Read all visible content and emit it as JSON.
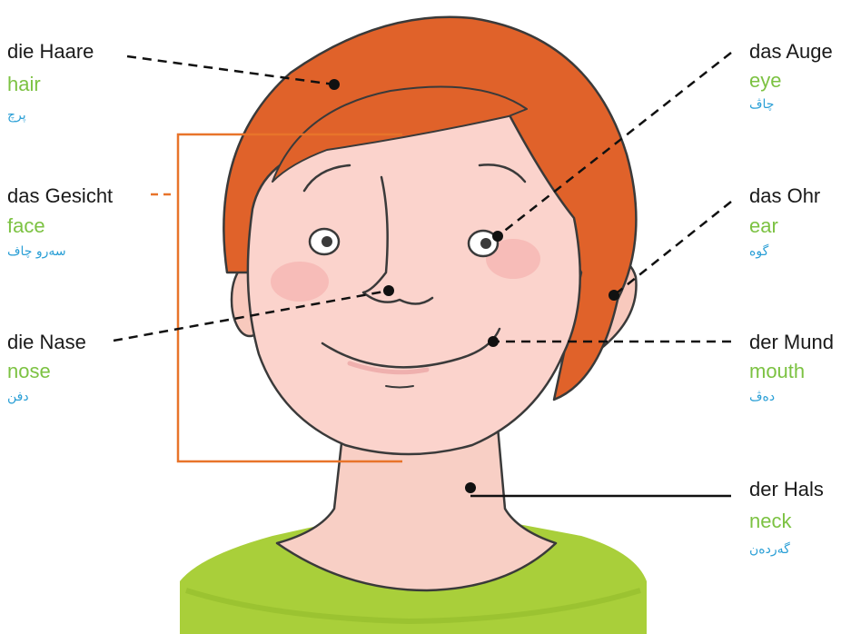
{
  "colors": {
    "german": "#1a1a1a",
    "english": "#7cc242",
    "kurdish": "#2a9fd6",
    "face_bracket": "#e8742a",
    "hair": "#e0622a",
    "skin": "#fbd3cc",
    "shirt": "#a9cf3a"
  },
  "labels": {
    "hair": {
      "de": "die Haare",
      "en": "hair",
      "ku": "پرچ"
    },
    "face": {
      "de": "das Gesicht",
      "en": "face",
      "ku": "سەرو چاف"
    },
    "nose": {
      "de": "die Nase",
      "en": "nose",
      "ku": "دفن"
    },
    "eye": {
      "de": "das Auge",
      "en": "eye",
      "ku": "چاڤ"
    },
    "ear": {
      "de": "das Ohr",
      "en": "ear",
      "ku": "گوە"
    },
    "mouth": {
      "de": "der Mund",
      "en": "mouth",
      "ku": "دەڤ"
    },
    "neck": {
      "de": "der Hals",
      "en": "neck",
      "ku": "گەردەن"
    }
  }
}
